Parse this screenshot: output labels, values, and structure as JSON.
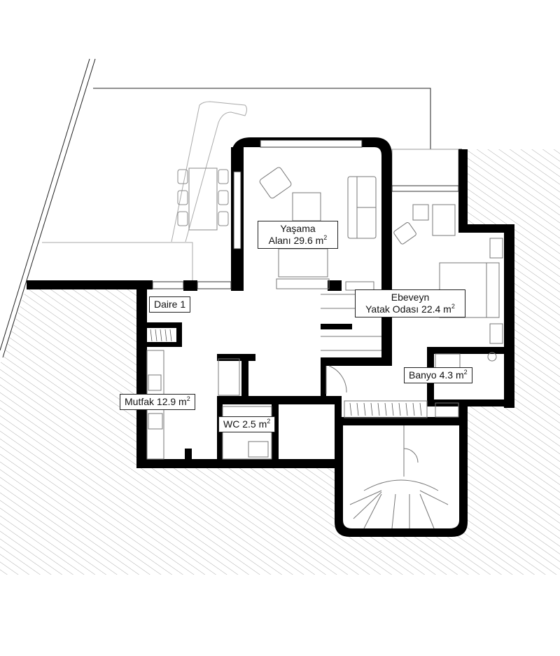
{
  "rooms": [
    {
      "name": "Yaşama",
      "name2": "Alanı",
      "area": "29.6",
      "unit": "m",
      "exp": "2"
    },
    {
      "name": "Ebeveyn",
      "name2": "Yatak Odası",
      "area": "22.4",
      "unit": "m",
      "exp": "2"
    },
    {
      "name": "Daire 1"
    },
    {
      "name": "Mutfak",
      "area": "12.9",
      "unit": "m",
      "exp": "2"
    },
    {
      "name": "WC",
      "area": "2.5",
      "unit": "m",
      "exp": "2"
    },
    {
      "name": "Banyo",
      "area": "4.3",
      "unit": "m",
      "exp": "2"
    }
  ],
  "colors": {
    "wall": "#000000",
    "line": "#555555",
    "hatch": "#999999",
    "background": "#ffffff"
  }
}
